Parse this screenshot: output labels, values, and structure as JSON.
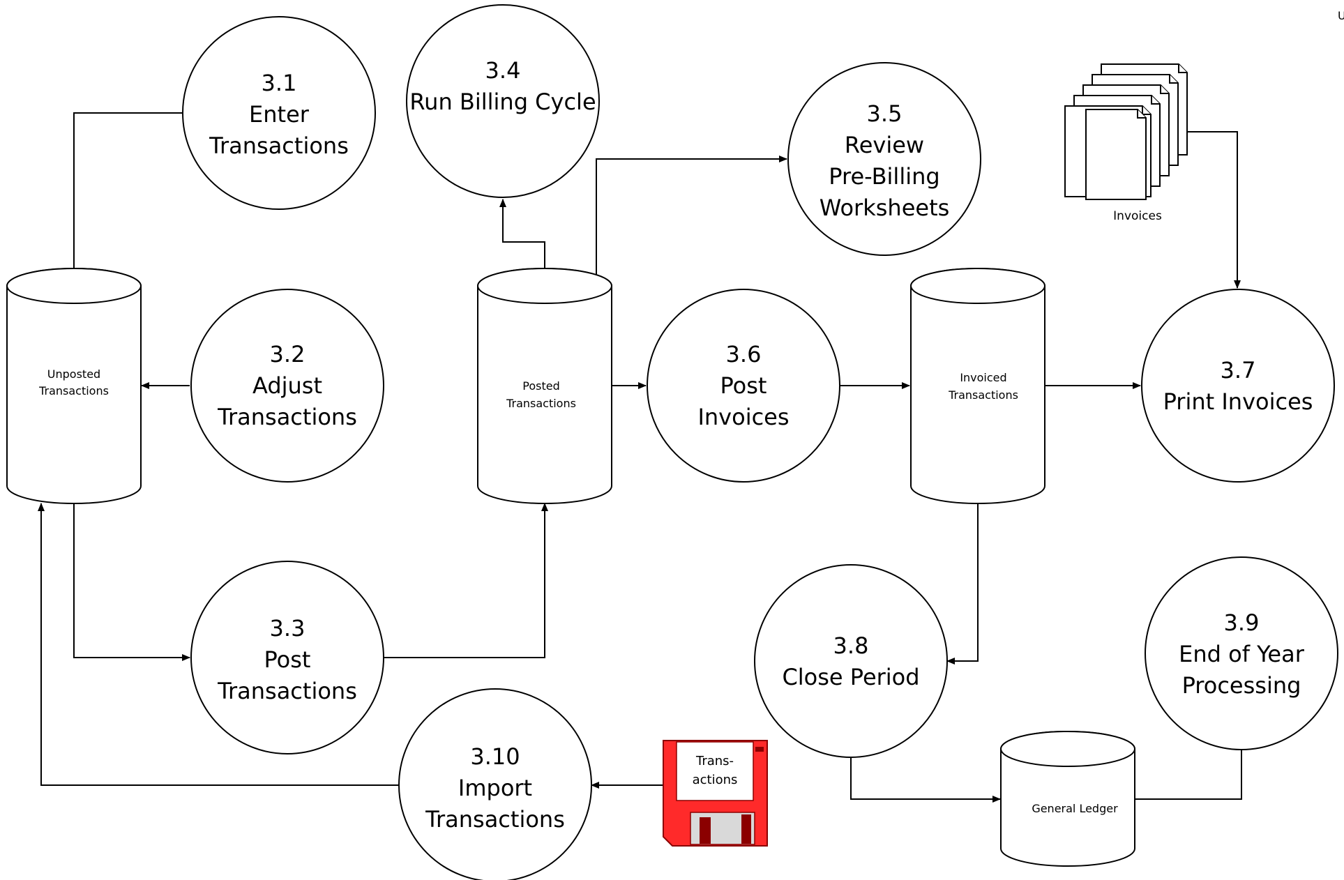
{
  "processes": {
    "p31": {
      "number": "3.1",
      "line1": "Enter",
      "line2": "Transactions"
    },
    "p32": {
      "number": "3.2",
      "line1": "Adjust",
      "line2": "Transactions"
    },
    "p33": {
      "number": "3.3",
      "line1": "Post",
      "line2": "Transactions"
    },
    "p34": {
      "number": "3.4",
      "line1": "Run Billing Cycle"
    },
    "p35": {
      "number": "3.5",
      "line1": "Review",
      "line2": "Pre-Billing",
      "line3": "Worksheets"
    },
    "p36": {
      "number": "3.6",
      "line1": "Post",
      "line2": "Invoices"
    },
    "p37": {
      "number": "3.7",
      "line1": "Print Invoices"
    },
    "p38": {
      "number": "3.8",
      "line1": "Close Period"
    },
    "p39": {
      "number": "3.9",
      "line1": "End of Year",
      "line2": "Processing"
    },
    "p310": {
      "number": "3.10",
      "line1": "Import",
      "line2": "Transactions"
    }
  },
  "stores": {
    "unposted": {
      "line1": "Unposted",
      "line2": "Transactions"
    },
    "posted": {
      "line1": "Posted",
      "line2": "Transactions"
    },
    "invoiced": {
      "line1": "Invoiced",
      "line2": "Transactions"
    },
    "ledger": {
      "line1": "General Ledger"
    }
  },
  "documents": {
    "invoices_label": "Invoices"
  },
  "disk": {
    "line1": "Trans-",
    "line2": "actions"
  },
  "corner_mark": "U",
  "colors": {
    "stroke": "#000000",
    "disk_red": "#ff2a2a",
    "disk_dark": "#8b0000",
    "disk_shutter": "#d9d9d9"
  }
}
